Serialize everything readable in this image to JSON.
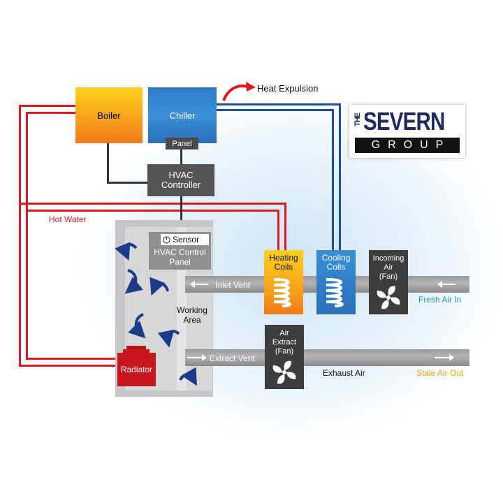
{
  "boiler": {
    "label": "Boiler"
  },
  "chiller": {
    "label": "Chiller"
  },
  "panel": {
    "label": "Panel"
  },
  "hvac_controller": {
    "line1": "HVAC",
    "line2": "Controller"
  },
  "heat_expulsion": {
    "label": "Heat Expulsion"
  },
  "logo": {
    "the": "THE",
    "severn": "SEVERN",
    "group": "GROUP"
  },
  "hot_water": {
    "label": "Hot Water"
  },
  "sensor": {
    "label": "Sensor"
  },
  "control_panel": {
    "line1": "HVAC Control",
    "line2": "Panel"
  },
  "working_area": {
    "line1": "Working",
    "line2": "Area"
  },
  "radiator": {
    "label": "Radiator"
  },
  "heating_coils": {
    "line1": "Heating",
    "line2": "Coils"
  },
  "cooling_coils": {
    "line1": "Cooling",
    "line2": "Coils"
  },
  "incoming_air": {
    "line1": "Incoming",
    "line2": "Air",
    "line3": "(Fan)"
  },
  "air_extract": {
    "line1": "Air",
    "line2": "Extract",
    "line3": "(Fan)"
  },
  "inlet_vent": {
    "label": "Inlet Vent"
  },
  "extract_vent": {
    "label": "Extract Vent"
  },
  "fresh_air_in": {
    "label": "Fresh Air In"
  },
  "exhaust_air": {
    "label": "Exhaust Air"
  },
  "stale_air_out": {
    "label": "Stale Air Out"
  },
  "colors": {
    "hot_pipe": "#e0191f",
    "cold_pipe": "#1d4fa0",
    "fresh_air": "#1f8fd0",
    "stale_air": "#e8a400",
    "hot_water_text": "#e0191f"
  }
}
